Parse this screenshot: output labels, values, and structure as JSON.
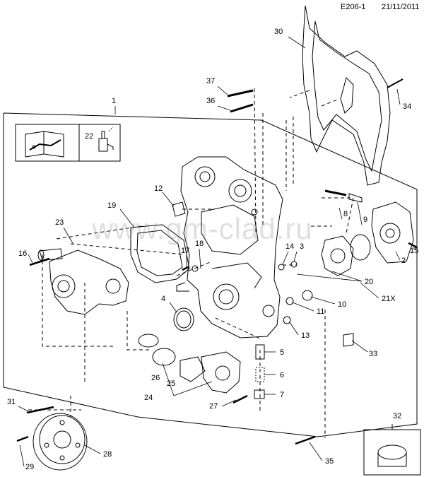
{
  "header": {
    "diagram_code": "E206-1",
    "date": "21/11/2011"
  },
  "watermark": "www.gm-clad.ru",
  "callouts": [
    "1",
    "2",
    "3",
    "4",
    "5",
    "6",
    "7",
    "8",
    "9",
    "10",
    "11",
    "12",
    "13",
    "14",
    "15",
    "16",
    "17",
    "18",
    "19",
    "20",
    "21X",
    "22",
    "23",
    "24",
    "25",
    "26",
    "27",
    "28",
    "29",
    "30",
    "31",
    "32",
    "33",
    "34",
    "35",
    "36",
    "37"
  ],
  "icons": [
    "service-manual-book-icon",
    "grease-applicator-icon"
  ],
  "colors": {
    "line": "#000000",
    "background": "#ffffff",
    "watermark": "#8c8c8c"
  }
}
